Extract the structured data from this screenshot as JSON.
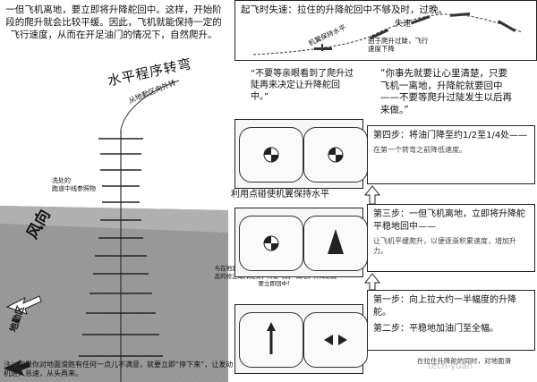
{
  "intro": {
    "text": "一但飞机离地，要立即将升降舵回中。这样，开始阶段的爬升就会比较平缓。因此，飞机就能保持一定的飞行速度，从而在开足油门的情况下，自然爬升。"
  },
  "stall_panel": {
    "title": "起飞时失速：拉住的升降舵回中不够及时，过晚。",
    "label_stall": "失速",
    "label_pitch": "机翼保持水平",
    "label_climb": "由于爬升过陡，飞行速度下降"
  },
  "turn": {
    "label": "水平程序转弯",
    "sub_label": "从地勤区向外转"
  },
  "quotes": {
    "quote1": "“不要等亲眼看到了爬升过陡再来决定让升降舵回中。”",
    "quote2": "“你事先就要让心里清楚，只要飞机一离地，升降舵就要回中——不要等爬升过陡发生以后再来做。”"
  },
  "runway": {
    "wind_label": "风向",
    "area_label": "地勤区",
    "ref_label": "洗处的\n跑道中线参照物",
    "level_label": "利用点碰使机翼保持水平",
    "taxi_note": "与在地面滑跑时是否被过滑跑方向或机翼水平状态的修正动作无关，只要飞机一离地，升降舵就要立即回中！"
  },
  "steps": [
    {
      "title": "第四步：将油门降至约1/2至1/4处——",
      "sub": "在第一个转弯之前降低速度。"
    },
    {
      "title": "第三步：一但飞机离地，立即将升降舵平稳地回中——",
      "sub": "让飞机平缓爬升，以便逐渐积累速度，增加升力。"
    },
    {
      "title": "第一步：向上拉大约一半幅度的升降舵。",
      "sub": ""
    },
    {
      "title": "第二步：平稳地加油门至全幅。",
      "sub": ""
    }
  ],
  "bottom_note": "注：如果你对地面滑跑有任何一点儿不满意，就要立即“停下来”，让发动机进入怠速，从头再来。",
  "bottom_right_label": "在拉住升降舵的同时，对地面滑",
  "watermark": "tech-yuan"
}
